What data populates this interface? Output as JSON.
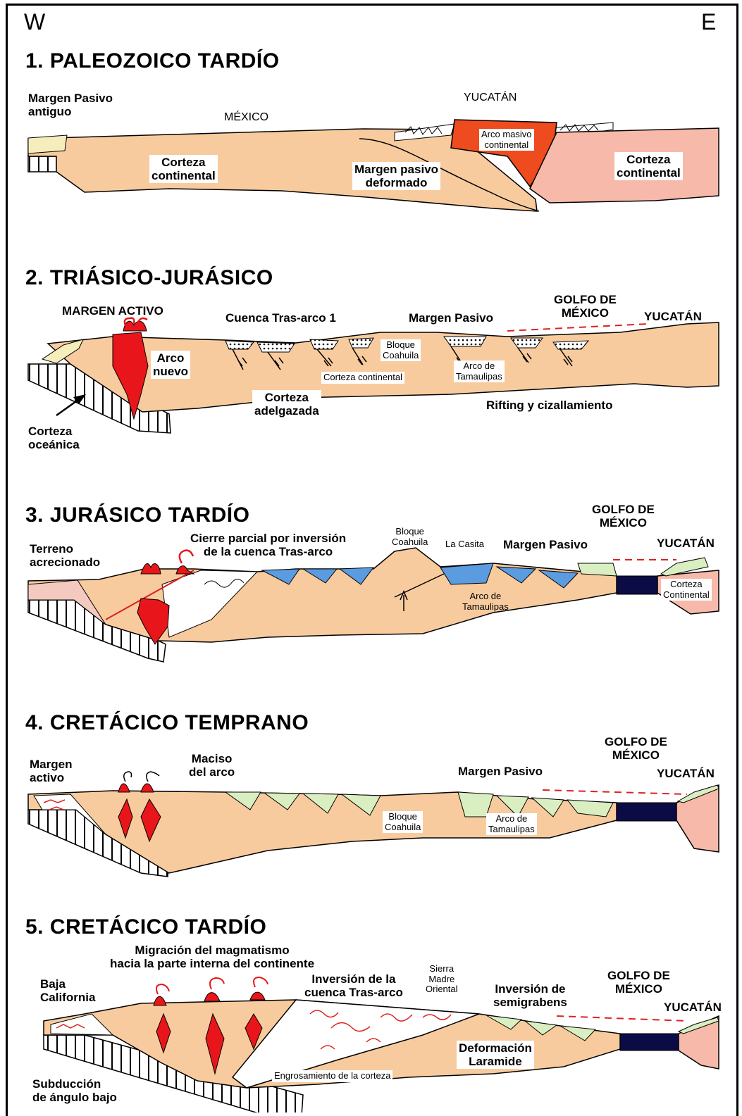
{
  "direction": {
    "west": "W",
    "east": "E"
  },
  "sections": [
    {
      "title": "1. PALEOZOICO TARDÍO",
      "labels": {
        "margen_pasivo_antiguo": "Margen Pasivo\nantiguo",
        "mexico": "MÉXICO",
        "yucatan": "YUCATÁN",
        "arco_masivo": "Arco masivo\ncontinental",
        "corteza_w": "Corteza\ncontinental",
        "margen_deformado": "Margen pasivo\ndeformado",
        "corteza_e": "Corteza\ncontinental"
      }
    },
    {
      "title": "2. TRIÁSICO-JURÁSICO",
      "labels": {
        "margen_activo": "MARGEN ACTIVO",
        "cuenca": "Cuenca Tras-arco 1",
        "margen_pasivo": "Margen Pasivo",
        "golfo": "GOLFO DE\nMÉXICO",
        "yucatan": "YUCATÁN",
        "arco_nuevo": "Arco\nnuevo",
        "bloque": "Bloque\nCoahuila",
        "corteza_continental": "Corteza continental",
        "arco_tamaulipas": "Arco de\nTamaulipas",
        "corteza_adelgazada": "Corteza\nadelgazada",
        "rifting": "Rifting y cizallamiento",
        "corteza_oceanica": "Corteza\noceánica"
      }
    },
    {
      "title": "3. JURÁSICO TARDÍO",
      "labels": {
        "terreno": "Terreno\nacrecionado",
        "cierre": "Cierre parcial por inversión\nde la cuenca Tras-arco",
        "bloque": "Bloque\nCoahuila",
        "la_casita": "La Casita",
        "margen_pasivo": "Margen Pasivo",
        "golfo": "GOLFO DE\nMÉXICO",
        "yucatan": "YUCATÁN",
        "arco_tamaulipas": "Arco de\nTamaulipas",
        "corteza_continental": "Corteza\nContinental"
      }
    },
    {
      "title": "4. CRETÁCICO TEMPRANO",
      "labels": {
        "margen_activo": "Margen\nactivo",
        "maciso": "Maciso\ndel arco",
        "margen_pasivo": "Margen Pasivo",
        "golfo": "GOLFO DE\nMÉXICO",
        "yucatan": "YUCATÁN",
        "bloque": "Bloque\nCoahuila",
        "arco_tamaulipas": "Arco de\nTamaulipas"
      }
    },
    {
      "title": "5. CRETÁCICO TARDÍO",
      "labels": {
        "migracion": "Migración del magmatismo\nhacia la parte interna del continente",
        "baja": "Baja\nCalifornia",
        "inversion_cuenca": "Inversión de la\ncuenca Tras-arco",
        "sierra": "Sierra\nMadre\nOriental",
        "inversion_semi": "Inversión de\nsemigrabens",
        "golfo": "GOLFO DE\nMÉXICO",
        "yucatan": "YUCATÁN",
        "deformacion": "Deformación\nLaramide",
        "engrosamiento": "Engrosamiento de la corteza",
        "subduccion": "Subducción\nde ángulo bajo"
      }
    }
  ],
  "colors": {
    "crust": "#F8CB9E",
    "arc": "#EE4B1E",
    "magma": "#E8161A",
    "yucatan_crust": "#F7B9A9",
    "blue_basin": "#5B9BE0",
    "green_sediment": "#D9EFC2",
    "oceanic_block": "#0B0B45",
    "gulf_line": "#E02020"
  }
}
